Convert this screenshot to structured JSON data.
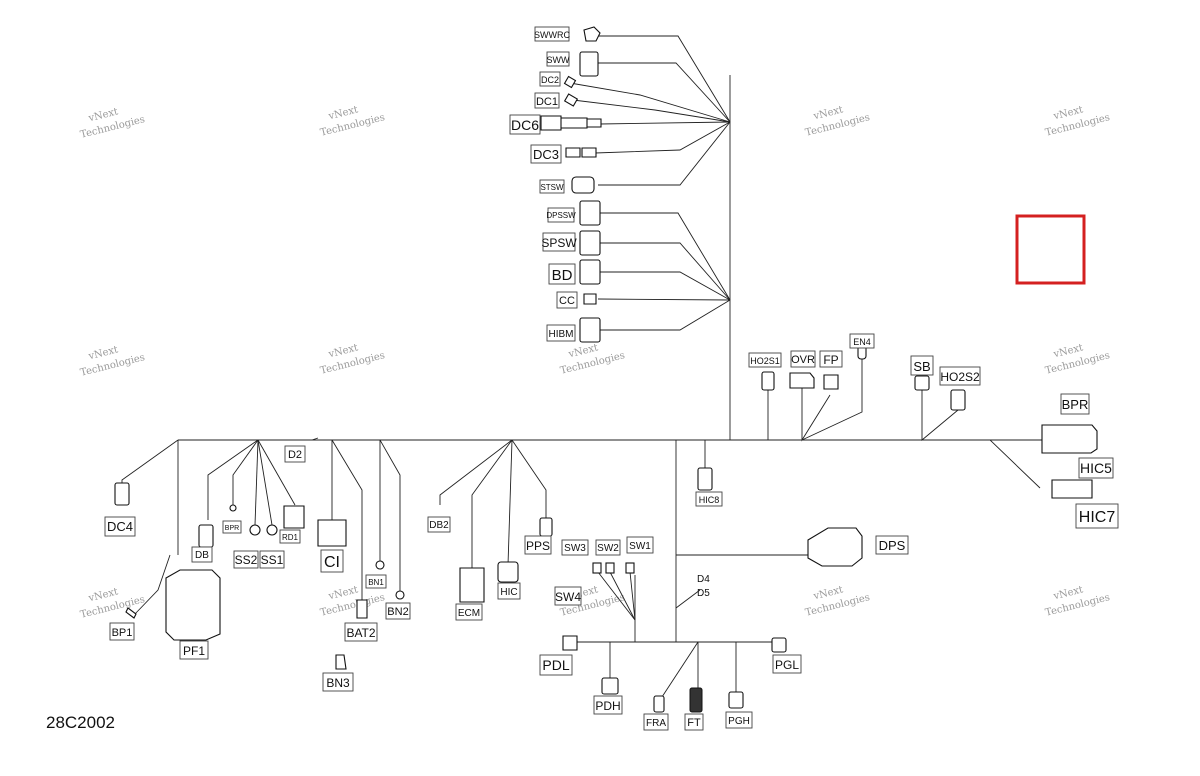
{
  "watermark": {
    "line1": "vNext",
    "line2": "Technologies"
  },
  "part_number": "28C2002",
  "colors": {
    "wire": "#222222",
    "highlight": "#d42020",
    "watermark": "#9a9a9a"
  },
  "labels": {
    "SWWRC": "SWWRC",
    "SWW": "SWW",
    "DC2": "DC2",
    "DC1": "DC1",
    "DC6": "DC6",
    "DC3": "DC3",
    "STSW": "STSW",
    "DPSSW": "DPSSW",
    "SPSW": "SPSW",
    "BD": "BD",
    "CC": "CC",
    "HIBM": "HIBM",
    "HO2S1": "HO2S1",
    "OVR": "OVR",
    "FP": "FP",
    "EN4": "EN4",
    "SB": "SB",
    "HO2S2": "HO2S2",
    "BPR_R": "BPR",
    "HIC5": "HIC5",
    "HIC7": "HIC7",
    "HIC8": "HIC8",
    "D2": "D2",
    "DC4": "DC4",
    "DB": "DB",
    "BPR_L": "BPR",
    "SS2": "SS2",
    "SS1": "SS1",
    "RD1": "RD1",
    "CI": "CI",
    "BN1": "BN1",
    "BN2": "BN2",
    "BAT2": "BAT2",
    "BN3": "BN3",
    "BP1": "BP1",
    "PF1": "PF1",
    "DB2": "DB2",
    "ECM": "ECM",
    "HIC": "HIC",
    "PPS": "PPS",
    "SW3": "SW3",
    "SW2": "SW2",
    "SW1": "SW1",
    "SW4": "SW4",
    "D4": "D4",
    "D5": "D5",
    "DPS": "DPS",
    "PDL": "PDL",
    "PDH": "PDH",
    "FRA": "FRA",
    "FT": "FT",
    "PGH": "PGH",
    "PGL": "PGL"
  }
}
